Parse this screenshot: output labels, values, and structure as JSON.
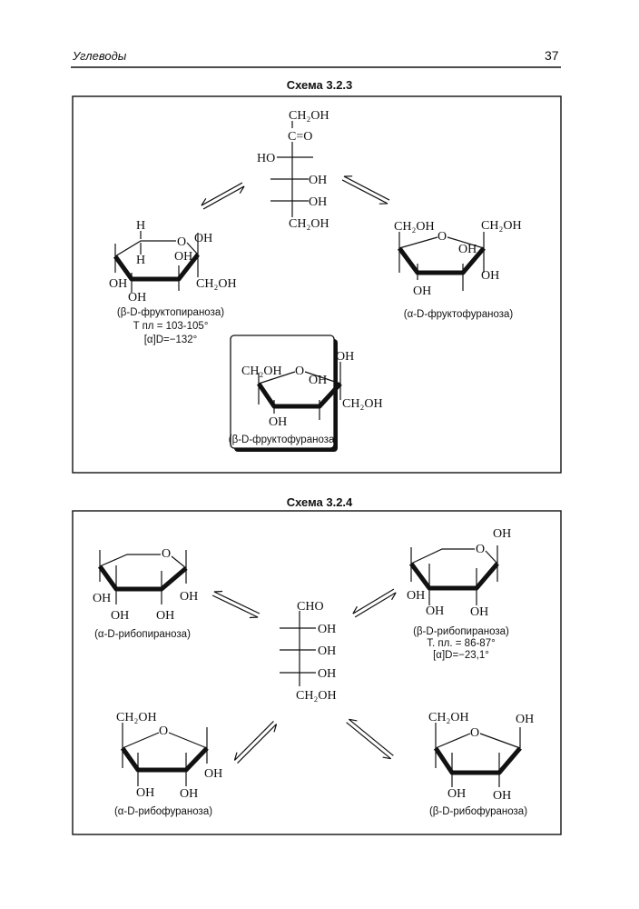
{
  "header": {
    "section": "Углеводы",
    "page_number": "37"
  },
  "scheme1": {
    "title": "Схема 3.2.3",
    "fischer": [
      "CH₂OH",
      "C=O",
      "HO",
      "OH",
      "OH",
      "CH₂OH"
    ],
    "pyranose": {
      "labels": [
        "H",
        "O",
        "OH",
        "OH",
        "H",
        "OH",
        "OH",
        "CH₂OH"
      ],
      "name": "(β-D-фруктопираноза)",
      "props": [
        "T  пл  = 103-105°",
        "[α]D=−132°"
      ]
    },
    "alpha_furanose": {
      "labels": [
        "CH₂OH",
        "O",
        "CH₂OH",
        "OH",
        "OH",
        "OH"
      ],
      "name": "(α-D-фруктофураноза)"
    },
    "beta_furanose": {
      "labels": [
        "CH₂OH",
        "O",
        "OH",
        "OH",
        "CH₂OH",
        "OH"
      ],
      "name": "(β-D-фруктофураноза)"
    }
  },
  "scheme2": {
    "title": "Схема 3.2.4",
    "fischer": [
      "CHO",
      "OH",
      "OH",
      "OH",
      "CH₂OH"
    ],
    "alpha_pyranose": {
      "labels": [
        "O",
        "OH",
        "OH",
        "OH",
        "OH"
      ],
      "name": "(α-D-рибопираноза)"
    },
    "beta_pyranose": {
      "labels": [
        "OH",
        "O",
        "OH",
        "OH",
        "OH"
      ],
      "name": "(β-D-рибопираноза)",
      "props": [
        "Т. пл. = 86-87°",
        "[α]D=−23,1°"
      ]
    },
    "alpha_furanose": {
      "labels": [
        "CH₂OH",
        "O",
        "OH",
        "OH",
        "OH"
      ],
      "name": "(α-D-рибофураноза)"
    },
    "beta_furanose": {
      "labels": [
        "CH₂OH",
        "O",
        "OH",
        "OH",
        "OH"
      ],
      "name": "(β-D-рибофураноза)"
    }
  }
}
